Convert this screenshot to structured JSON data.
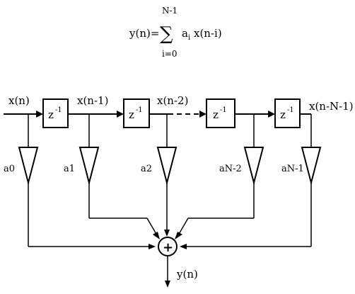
{
  "formula": {
    "lhs": "y(n)=",
    "sigma": "∑",
    "upper": "N-1",
    "lower": "i=0",
    "rhs_a": "a",
    "rhs_i": "i",
    "rhs_rest": "x(n-i)"
  },
  "signals": {
    "input": "x(n)",
    "tap1": "x(n-1)",
    "tap2": "x(n-2)",
    "tap_last": "x(n-N-1)",
    "output": "y(n)"
  },
  "delay": {
    "z": "z",
    "exp": "-1"
  },
  "gains": {
    "a0": "a0",
    "a1": "a1",
    "a2": "a2",
    "aN2": "aN-2",
    "aN1": "aN-1"
  },
  "adder": {
    "symbol": "+"
  }
}
